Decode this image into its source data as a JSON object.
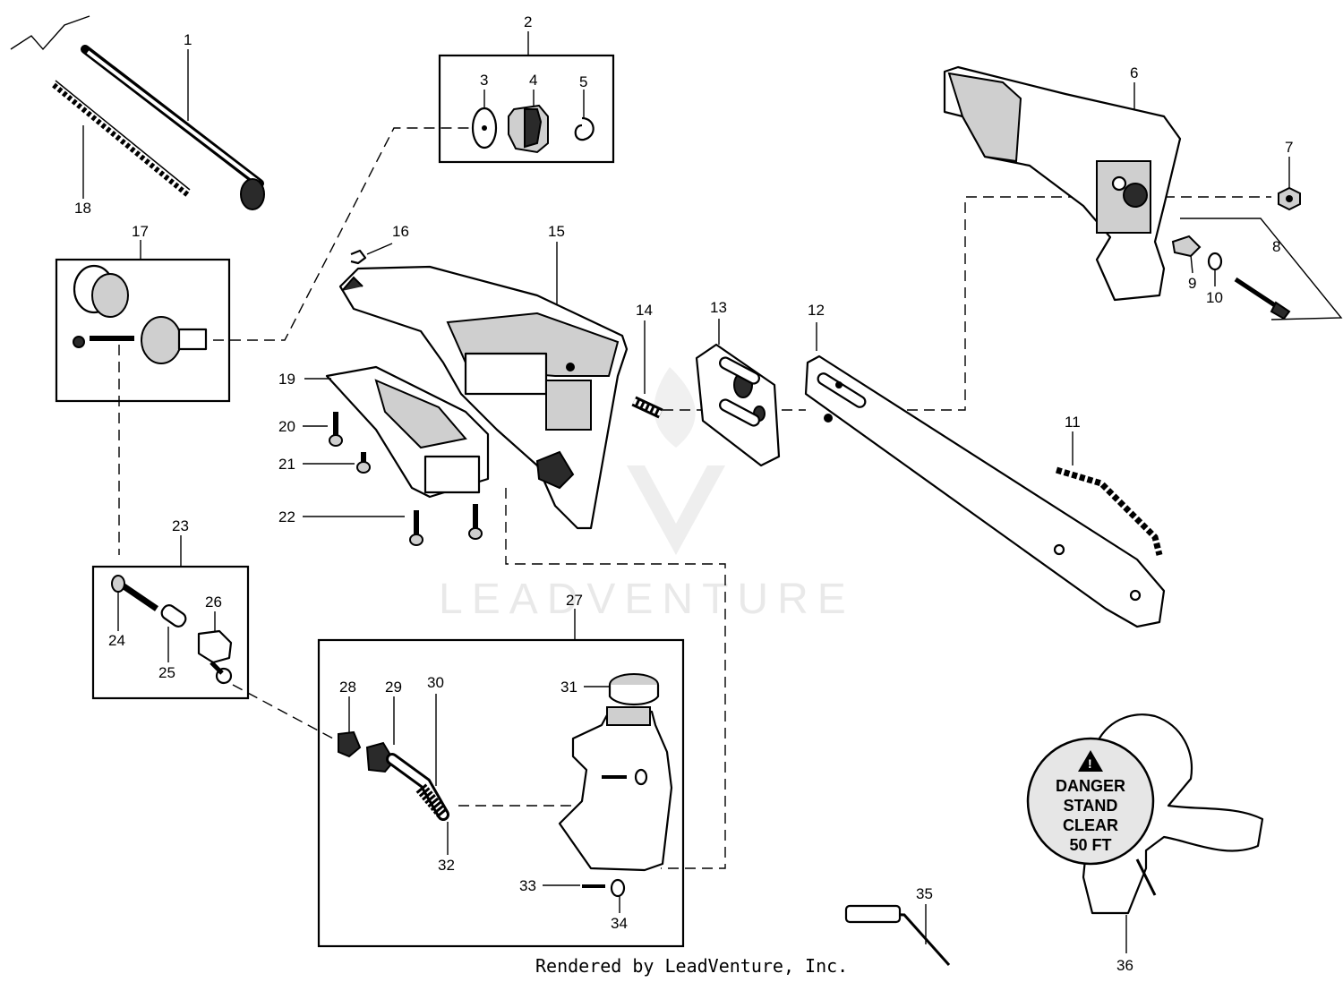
{
  "callouts": [
    {
      "id": "1",
      "text": "1"
    },
    {
      "id": "2",
      "text": "2"
    },
    {
      "id": "3",
      "text": "3"
    },
    {
      "id": "4",
      "text": "4"
    },
    {
      "id": "5",
      "text": "5"
    },
    {
      "id": "6",
      "text": "6"
    },
    {
      "id": "7",
      "text": "7"
    },
    {
      "id": "8",
      "text": "8"
    },
    {
      "id": "9",
      "text": "9"
    },
    {
      "id": "10",
      "text": "10"
    },
    {
      "id": "11",
      "text": "11"
    },
    {
      "id": "12",
      "text": "12"
    },
    {
      "id": "13",
      "text": "13"
    },
    {
      "id": "14",
      "text": "14"
    },
    {
      "id": "15",
      "text": "15"
    },
    {
      "id": "16",
      "text": "16"
    },
    {
      "id": "17",
      "text": "17"
    },
    {
      "id": "18",
      "text": "18"
    },
    {
      "id": "19",
      "text": "19"
    },
    {
      "id": "20",
      "text": "20"
    },
    {
      "id": "21",
      "text": "21"
    },
    {
      "id": "22",
      "text": "22"
    },
    {
      "id": "23",
      "text": "23"
    },
    {
      "id": "24",
      "text": "24"
    },
    {
      "id": "25",
      "text": "25"
    },
    {
      "id": "26",
      "text": "26"
    },
    {
      "id": "27",
      "text": "27"
    },
    {
      "id": "28",
      "text": "28"
    },
    {
      "id": "29",
      "text": "29"
    },
    {
      "id": "30",
      "text": "30"
    },
    {
      "id": "31",
      "text": "31"
    },
    {
      "id": "32",
      "text": "32"
    },
    {
      "id": "33",
      "text": "33"
    },
    {
      "id": "34",
      "text": "34"
    },
    {
      "id": "35",
      "text": "35"
    },
    {
      "id": "36",
      "text": "36"
    }
  ],
  "danger_label": {
    "line1": "DANGER",
    "line2": "STAND",
    "line3": "CLEAR",
    "line4": "50 FT",
    "warning_glyph": "!"
  },
  "watermark": {
    "text": "LEADVENTURE",
    "logo_icon": "leadventure-flame-logo-icon",
    "color": "#e9e9e9"
  },
  "footer": {
    "text": "Rendered by LeadVenture, Inc."
  }
}
